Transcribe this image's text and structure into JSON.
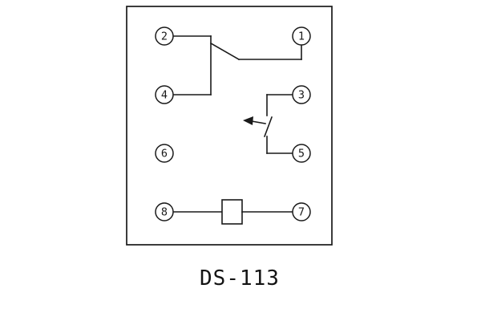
{
  "title": "DS-113",
  "diagram": {
    "kind": "relay-terminal-wiring-diagram",
    "line_color": "#1a1a1a",
    "terminals": [
      {
        "label": "2"
      },
      {
        "label": "1"
      },
      {
        "label": "4"
      },
      {
        "label": "3"
      },
      {
        "label": "6"
      },
      {
        "label": "5"
      },
      {
        "label": "8"
      },
      {
        "label": "7"
      }
    ],
    "symbols": {
      "top_contact": "changeover-switch-contact",
      "right_contact": "open-contact-with-actuation-arrow",
      "bottom_component": "coil"
    }
  }
}
